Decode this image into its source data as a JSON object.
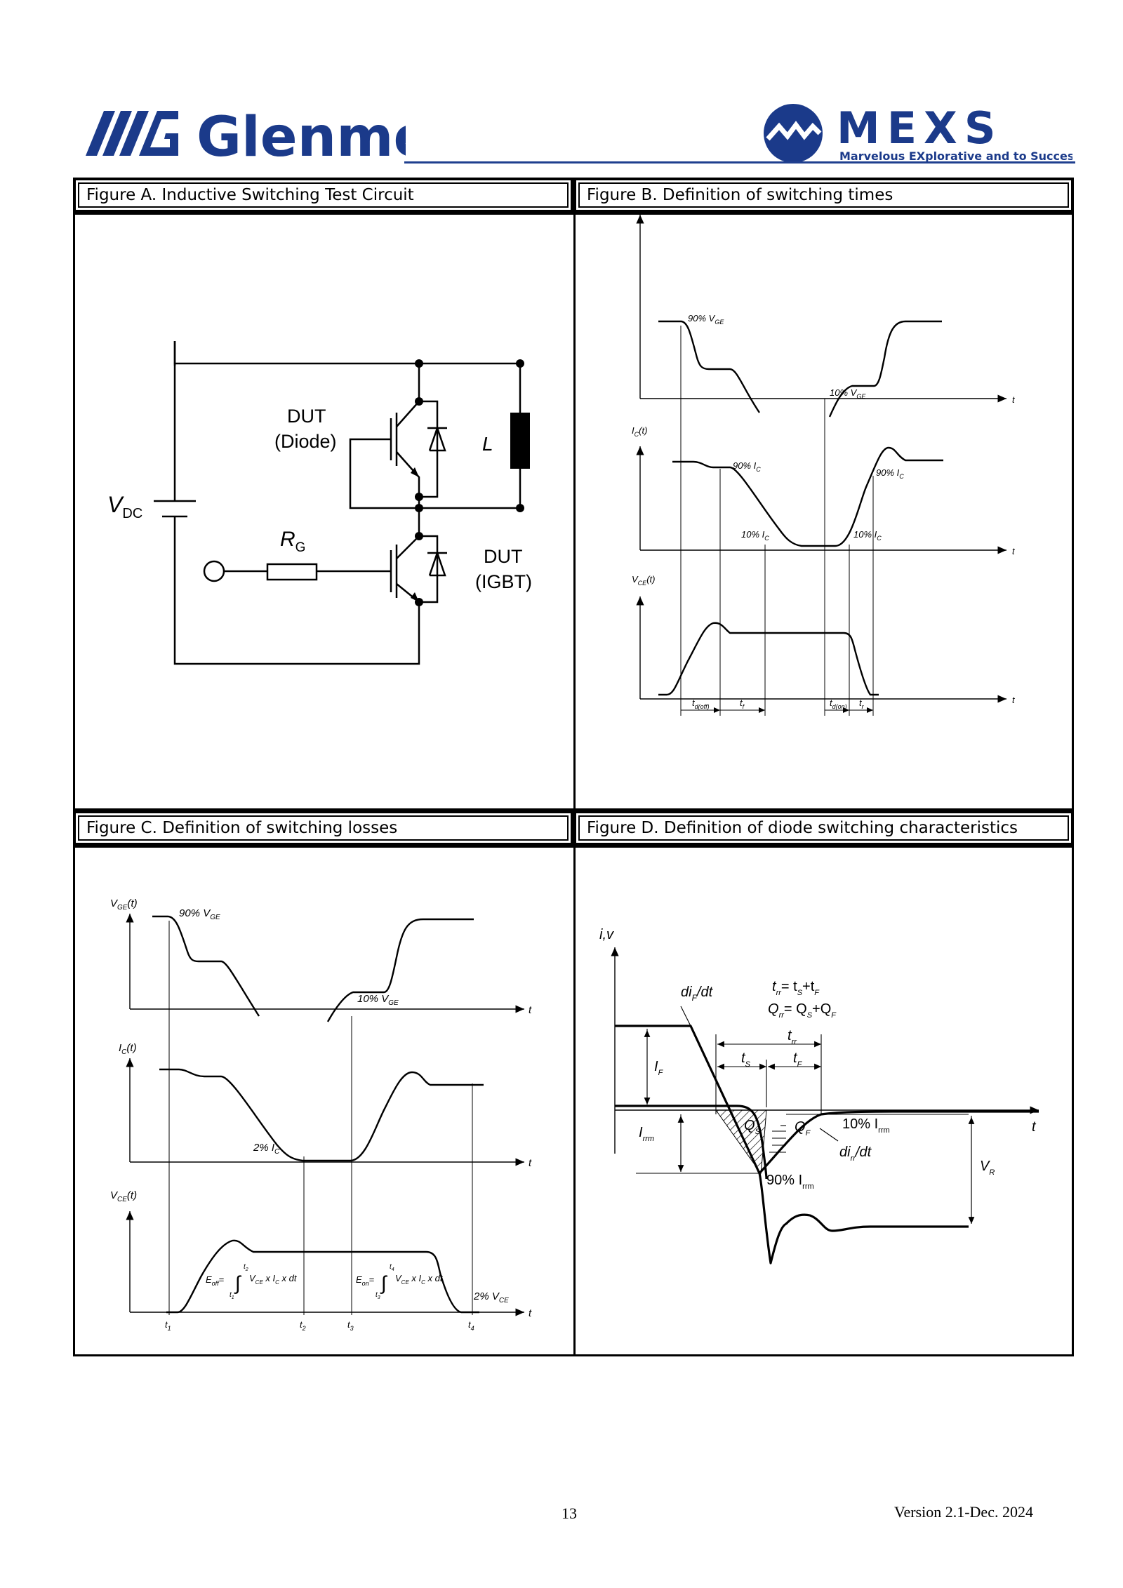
{
  "header": {
    "left_logo_text": "Glenmex",
    "right_logo_text": "MEXS",
    "right_logo_tagline": "Marvelous EXplorative and to Success"
  },
  "figures": {
    "a": {
      "title": "Figure A. Inductive Switching Test Circuit",
      "labels": {
        "dut_diode_1": "DUT",
        "dut_diode_2": "(Diode)",
        "l": "L",
        "vdc": "V",
        "vdc_sub": "DC",
        "rg": "R",
        "rg_sub": "G",
        "dut_igbt_1": "DUT",
        "dut_igbt_2": "(IGBT)"
      }
    },
    "b": {
      "title": "Figure B. Definition of switching times",
      "labels": {
        "vge90": "90% V",
        "vge90_sub": "GE",
        "vge10": "10% V",
        "vge10_sub": "GE",
        "ic_axis": "I",
        "ic_axis_sub": "C",
        "ic_axis_tail": "(t)",
        "ic90a": "90% I",
        "ic90b": "90% I",
        "ic10a": "10% I",
        "ic10b": "10% I",
        "ic_sub": "C",
        "vce_axis": "V",
        "vce_axis_sub": "CE",
        "vce_axis_tail": "(t)",
        "t": "t",
        "tdoff": "t",
        "tdoff_sub": "d(off)",
        "tf": "t",
        "tf_sub": "f",
        "tdon": "t",
        "tdon_sub": "d(on)",
        "tr": "t",
        "tr_sub": "r"
      }
    },
    "c": {
      "title": "Figure C. Definition of switching losses",
      "labels": {
        "vge_axis": "V",
        "vge_axis_sub": "GE",
        "vge_axis_tail": "(t)",
        "vge90": "90% V",
        "vge90_sub": "GE",
        "vge10": "10% V",
        "vge10_sub": "GE",
        "ic_axis": "I",
        "ic_axis_sub": "C",
        "ic_axis_tail": "(t)",
        "ic2": "2% I",
        "ic2_sub": "C",
        "vce_axis": "V",
        "vce_axis_sub": "CE",
        "vce_axis_tail": "(t)",
        "eoff": "E",
        "eoff_sub": "off",
        "eon": "E",
        "eon_sub": "on",
        "integrand": "V",
        "integrand_sub": "CE",
        "integrand_mid": " x I",
        "integrand_mid_sub": "C",
        "integrand_tail": " x dt",
        "vce2": "2% V",
        "vce2_sub": "CE",
        "t": "t",
        "t1": "t",
        "t1_sub": "1",
        "t2": "t",
        "t2_sub": "2",
        "t3": "t",
        "t3_sub": "3",
        "t4": "t",
        "t4_sub": "4",
        "eq": "="
      }
    },
    "d": {
      "title": "Figure D. Definition of diode switching characteristics",
      "labels": {
        "iv": "i,v",
        "dif": "di",
        "dif_sub": "F",
        "dif_tail": "/dt",
        "trr_eq_1": "t",
        "trr_eq_1_sub": "rr",
        "trr_eq_2": "= t",
        "trr_eq_2_sub": "S",
        "trr_eq_3": "+t",
        "trr_eq_3_sub": "F",
        "qrr_eq_1": "Q",
        "qrr_eq_1_sub": "rr",
        "qrr_eq_2": "= Q",
        "qrr_eq_2_sub": "S",
        "qrr_eq_3": "+Q",
        "qrr_eq_3_sub": "F",
        "trr": "t",
        "trr_sub": "rr",
        "ts": "t",
        "ts_sub": "S",
        "tf": "t",
        "tf_sub": "F",
        "if": "I",
        "if_sub": "F",
        "irrm": "I",
        "irrm_sub": "rrm",
        "qs": "Q",
        "qs_sub": "S",
        "qf": "Q",
        "qf_sub": "F",
        "irrm10": "10% I",
        "irrm10_sub": "rrm",
        "dirr": "di",
        "dirr_sub": "rr",
        "dirr_tail": "/dt",
        "irrm90": "90% I",
        "irrm90_sub": "rrm",
        "vr": "V",
        "vr_sub": "R",
        "t": "t"
      }
    }
  },
  "footer": {
    "page_number": "13",
    "version": "Version 2.1-Dec. 2024"
  },
  "colors": {
    "brand_blue": "#1f3f8f",
    "logo_navy": "#1b3a8a"
  }
}
